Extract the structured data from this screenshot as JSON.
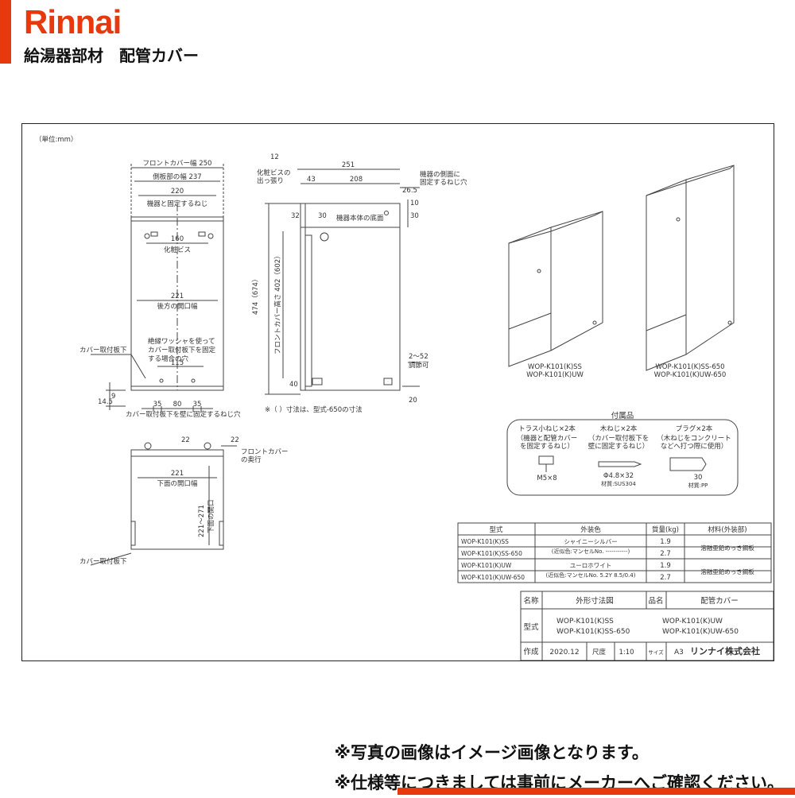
{
  "header": {
    "brand": "Rinnai",
    "subtitle": "給湯器部材　配管カバー"
  },
  "drawing": {
    "unit": "（単位:mm）",
    "front": {
      "front_width_label": "フロントカバー幅 250",
      "side_width_label": "側板部の幅 237",
      "dim_220": "220",
      "fix_screw_label": "機器と固定するねじ",
      "dim_160": "160",
      "finish_screw_label": "化粧ビス",
      "dim_221": "221",
      "rear_opening_label": "後方の開口幅",
      "washer_note_1": "絶縁ワッシャを使って",
      "washer_note_2": "カバー取付板下を固定",
      "washer_note_3": "する場合の穴",
      "dim_115": "115",
      "bracket_label": "カバー取付板下",
      "dim_145": "14.5",
      "dim_9": "9",
      "dim_35a": "35",
      "dim_80": "80",
      "dim_35b": "35",
      "wall_screw_label": "カバー取付板下を壁に固定するねじ穴"
    },
    "side": {
      "dim_12": "12",
      "finish_screw_1": "化粧ビスの",
      "finish_screw_2": "出っ張り",
      "dim_251": "251",
      "dim_43": "43",
      "dim_208": "208",
      "dim_265": "26.5",
      "side_screw_1": "機器の側面に",
      "side_screw_2": "固定するねじ穴",
      "dim_10": "10",
      "dim_30a": "30",
      "dim_30b": "30",
      "dim_32": "32",
      "body_bottom_label": "機器本体の底面",
      "dim_474": "474（674）",
      "cover_height_label": "フロントカバー高さ 402（602）",
      "adjust_range": "2〜52",
      "adjust_label": "調節可",
      "dim_40": "40",
      "dim_20": "20",
      "paren_note": "※（ ）寸法は、型式-650の寸法"
    },
    "bottom": {
      "dim_22a": "22",
      "dim_22b": "22",
      "front_depth_1": "フロントカバー",
      "front_depth_2": "の奥行",
      "dim_221": "221",
      "bottom_opening_width": "下面の開口幅",
      "dim_range": "221〜271",
      "bottom_opening_depth": "下面の開口",
      "bracket_label": "カバー取付板下"
    },
    "products": {
      "left_1": "WOP-K101(K)SS",
      "left_2": "WOP-K101(K)UW",
      "right_1": "WOP-K101(K)SS-650",
      "right_2": "WOP-K101(K)UW-650"
    },
    "accessories": {
      "title": "付属品",
      "items": [
        {
          "name": "トラス小ねじ×2本",
          "desc_1": "（機器と配管カバー",
          "desc_2": "を固定するねじ）",
          "spec": "M5×8",
          "material": ""
        },
        {
          "name": "木ねじ×2本",
          "desc_1": "（カバー取付板下を",
          "desc_2": "壁に固定するねじ）",
          "spec": "Φ4.8×32",
          "material": "材質:SUS304"
        },
        {
          "name": "プラグ×2本",
          "desc_1": "（木ねじをコンクリート",
          "desc_2": "などへ打つ際に使用）",
          "spec": "30",
          "material": "材質:PP"
        }
      ]
    },
    "spec_table": {
      "headers": [
        "型式",
        "外装色",
        "質量(kg)",
        "材料(外装部)"
      ],
      "rows": [
        {
          "model": "WOP-K101(K)SS",
          "mass": "1.9"
        },
        {
          "model": "WOP-K101(K)SS-650",
          "mass": "2.7"
        },
        {
          "model": "WOP-K101(K)UW",
          "mass": "1.9"
        },
        {
          "model": "WOP-K101(K)UW-650",
          "mass": "2.7"
        }
      ],
      "color_1a": "シャイニーシルバー",
      "color_1b": "(近似色:マンセルNo. -----------)",
      "color_2a": "ユーロホワイト",
      "color_2b": "(近似色:マンセルNo. 5.2Y 8.5/0.4)",
      "material": "溶融亜鉛めっき鋼板"
    },
    "title_block": {
      "name_label": "名称",
      "name_value": "外形寸法図",
      "item_label": "品名",
      "item_value": "配管カバー",
      "model_label": "型式",
      "models": [
        "WOP-K101(K)SS",
        "WOP-K101(K)UW",
        "WOP-K101(K)SS-650",
        "WOP-K101(K)UW-650"
      ],
      "made_label": "作成",
      "date": "2020.12",
      "scale_label": "尺度",
      "scale": "1:10",
      "size_label": "サイズ",
      "size": "A3",
      "company": "リンナイ株式会社"
    }
  },
  "notes": {
    "line1": "※写真の画像はイメージ画像となります。",
    "line2": "※仕様等につきましては事前にメーカーへご確認ください。"
  },
  "colors": {
    "brand": "#e8380d"
  }
}
